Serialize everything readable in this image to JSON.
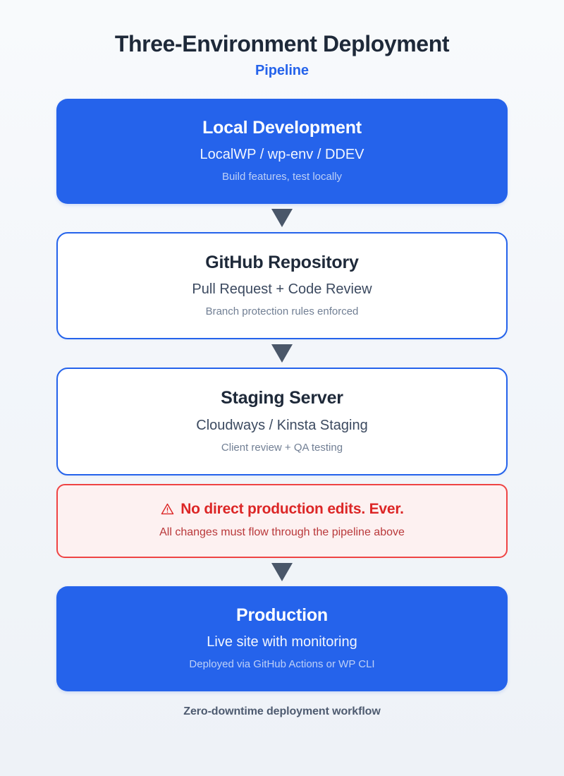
{
  "header": {
    "title": "Three-Environment Deployment",
    "subtitle": "Pipeline"
  },
  "colors": {
    "accent": "#2563eb",
    "title": "#1e2939",
    "muted": "#717f94",
    "arrow": "#4a5769",
    "danger": "#dc2626",
    "danger_border": "#ef4444",
    "danger_bg": "#fdf1f1",
    "background": "#f5f8fc"
  },
  "flow": {
    "nodes": [
      {
        "id": "local-development",
        "style": "filled",
        "title": "Local Development",
        "subtitle": "LocalWP / wp-env / DDEV",
        "detail": "Build features, test locally"
      },
      {
        "id": "github-repository",
        "style": "outlined",
        "title": "GitHub Repository",
        "subtitle": "Pull Request + Code Review",
        "detail": "Branch protection rules enforced"
      },
      {
        "id": "staging-server",
        "style": "outlined",
        "title": "Staging Server",
        "subtitle": "Cloudways / Kinsta Staging",
        "detail": "Client review + QA testing"
      },
      {
        "id": "production",
        "style": "filled",
        "title": "Production",
        "subtitle": "Live site with monitoring",
        "detail": "Deployed via GitHub Actions or WP CLI"
      }
    ],
    "connector_icon": "arrow-down-triangle-icon"
  },
  "warning": {
    "icon": "warning-triangle-icon",
    "heading": "No direct production edits. Ever.",
    "detail": "All changes must flow through the pipeline above"
  },
  "footer": {
    "caption": "Zero-downtime deployment workflow"
  }
}
